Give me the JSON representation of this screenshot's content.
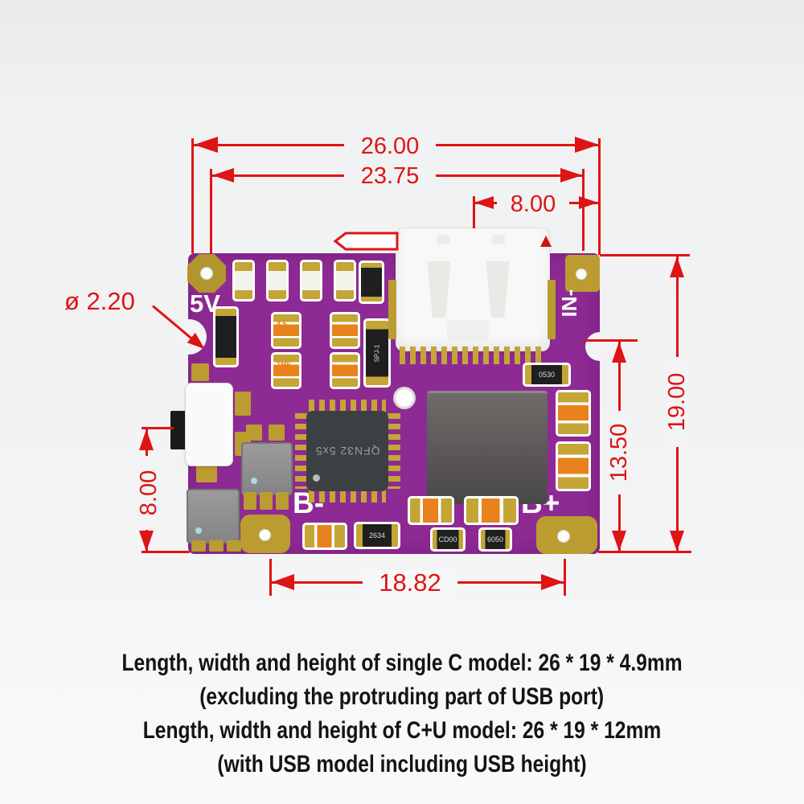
{
  "dimensions": {
    "total_width_mm": "26.00",
    "inner_width_mm": "23.75",
    "usb_width_mm": "8.00",
    "hole_diameter": "ø 2.20",
    "switch_height_mm": "8.00",
    "total_height_mm": "19.00",
    "inner_height_mm": "13.50",
    "pad_span_mm": "18.82"
  },
  "board": {
    "silkscreen": {
      "output_5v": "5V",
      "input": "IN-",
      "battery_minus": "B-",
      "battery_plus": "B+"
    },
    "chip_labels": {
      "qfn": "QFN32 5x5",
      "ic_right": "0530",
      "ic_mid": "SPJ-1",
      "ic_bottom_1": "2634",
      "ic_bottom_2": "CD00",
      "ic_bottom_3": "6050",
      "cap_1": "4.5",
      "cap_2": "1M6"
    }
  },
  "caption": {
    "line1": "Length, width and height of single C model: 26 * 19 * 4.9mm",
    "line2": "(excluding the protruding part of USB port)",
    "line3": "Length, width and height of C+U model: 26 * 19 * 12mm",
    "line4": "(with USB model including USB height)"
  },
  "colors": {
    "dimension_red": "#df1414",
    "pcb_purple": "#8e2a94",
    "pad_gold": "#bb9c30",
    "component_orange": "#e8821c"
  }
}
